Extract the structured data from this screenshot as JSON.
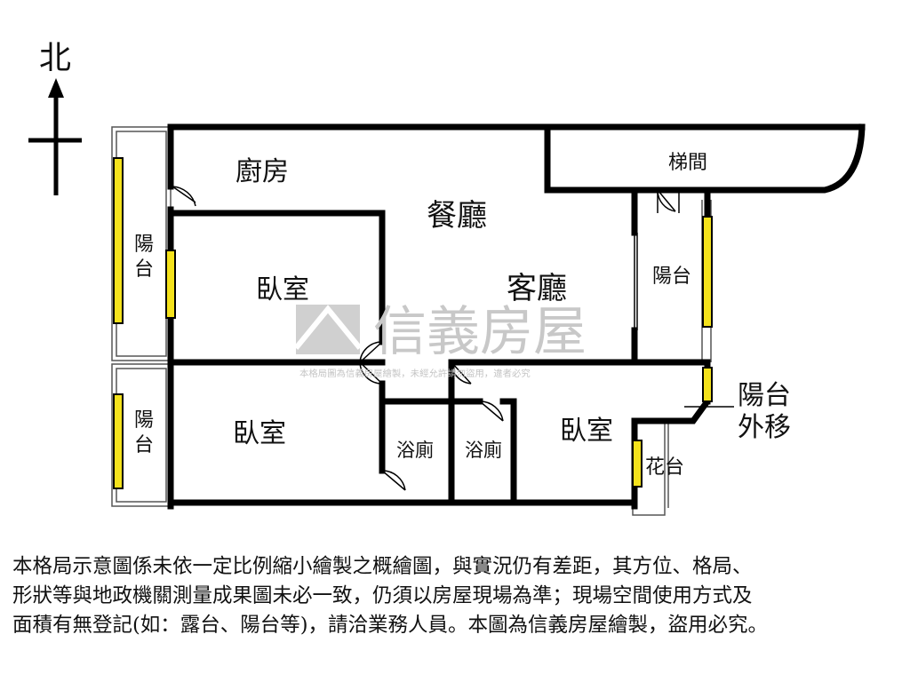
{
  "compass": {
    "north_label": "北"
  },
  "rooms": {
    "kitchen": "廚房",
    "dining": "餐廳",
    "living": "客廳",
    "stairwell": "梯間",
    "bedroom_a": "臥室",
    "bedroom_b": "臥室",
    "bedroom_c": "臥室",
    "bathroom_a": "浴廁",
    "bathroom_b": "浴廁",
    "balcony_west_upper_1": "陽",
    "balcony_west_upper_2": "台",
    "balcony_west_lower_1": "陽",
    "balcony_west_lower_2": "台",
    "balcony_east": "陽台",
    "flower_stand": "花台",
    "balcony_moved_1": "陽台",
    "balcony_moved_2": "外移"
  },
  "watermark": {
    "brand": "信義房屋",
    "notice": "本格局圖為信義房屋繪製，未經允許請勿盜用，違者必究"
  },
  "disclaimer": {
    "lines": [
      "本格局示意圖係未依一定比例縮小繪製之概繪圖，與實況仍有差距，其方位、格局、",
      "形狀等與地政機關測量成果圖未必一致，仍須以房屋現場為準；現場空間使用方式及",
      "面積有無登記(如：露台、陽台等)，請洽業務人員。本圖為信義房屋繪製，盜用必究。"
    ]
  }
}
